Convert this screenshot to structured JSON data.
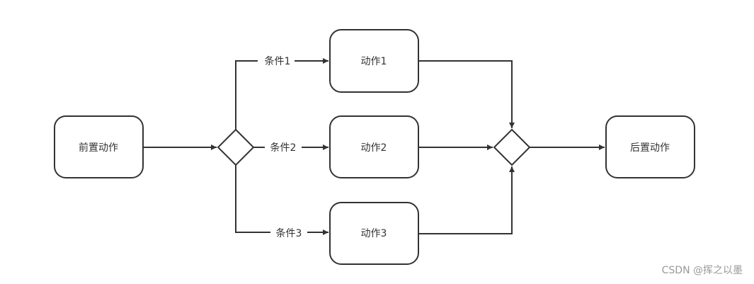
{
  "nodes": {
    "pre_action": "前置动作",
    "action1": "动作1",
    "action2": "动作2",
    "action3": "动作3",
    "post_action": "后置动作"
  },
  "edge_labels": {
    "condition1": "条件1",
    "condition2": "条件2",
    "condition3": "条件3"
  },
  "gateways": {
    "split": "decision-split",
    "join": "decision-join"
  },
  "watermark": "CSDN @挥之以墨",
  "colors": {
    "stroke": "#333333",
    "text": "#333333",
    "watermark": "#999999",
    "background": "#ffffff"
  }
}
